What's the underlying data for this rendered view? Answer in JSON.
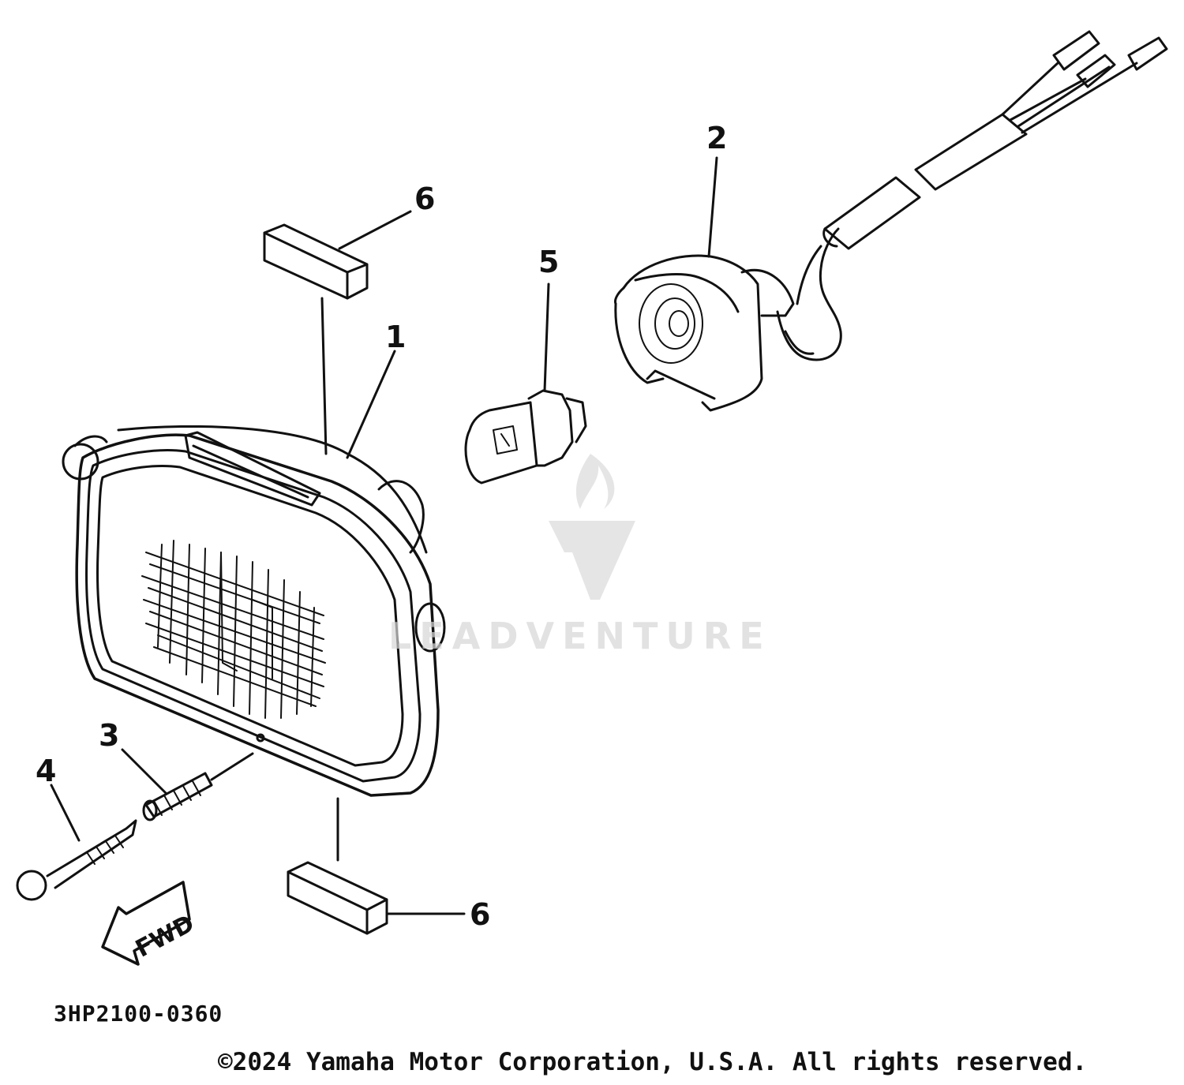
{
  "callouts": {
    "part1": "1",
    "part2": "2",
    "part3": "3",
    "part4": "4",
    "part5": "5",
    "part6_top": "6",
    "part6_bottom": "6"
  },
  "fwd_label": "FWD",
  "diagram_code": "3HP2100-0360",
  "copyright": "©2024 Yamaha Motor Corporation, U.S.A. All rights reserved.",
  "watermark": "LEADVENTURE"
}
